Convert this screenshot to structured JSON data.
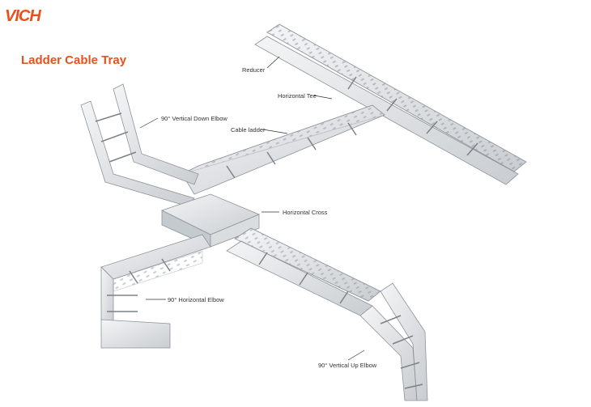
{
  "brand": {
    "logo_text": "VICH",
    "accent": "#e8511c"
  },
  "title": "Ladder Cable Tray",
  "labels": {
    "reducer": "Reducer",
    "horizontal_tee": "Horizontal Tee",
    "vertical_down_elbow": "90° Vertical Down Elbow",
    "cable_ladder": "Cable ladder",
    "horizontal_cross": "Horizontal Cross",
    "horizontal_elbow": "90° Horizontal Elbow",
    "vertical_up_elbow": "90° Vertical Up Elbow"
  },
  "colors": {
    "tray_light": "#eef0f2",
    "tray_mid": "#d3d7db",
    "tray_dark": "#9ea4aa",
    "line": "#6b7075"
  }
}
